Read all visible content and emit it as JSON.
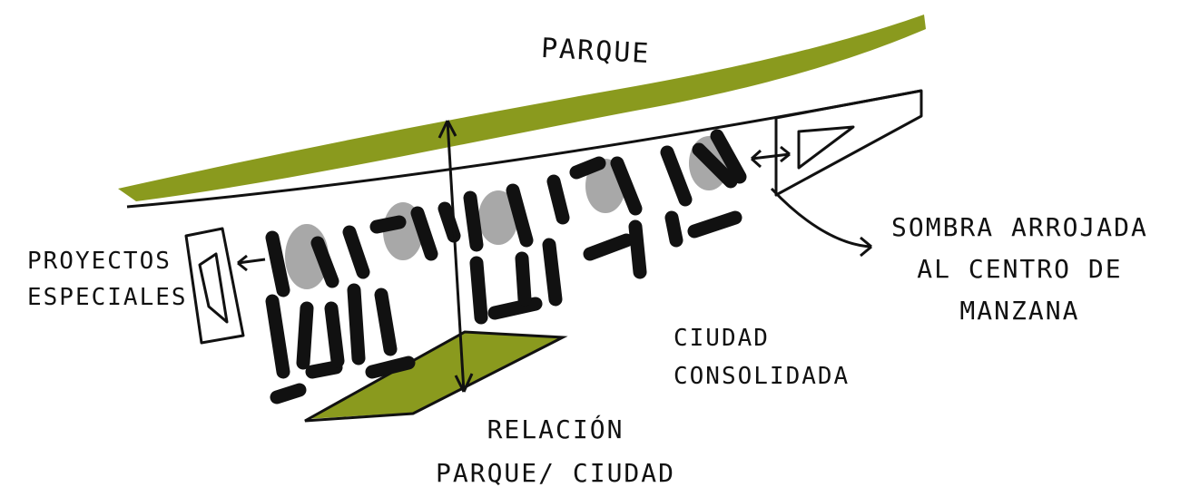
{
  "labels": {
    "parque": "PARQUE",
    "proyectos_line1": "PROYECTOS",
    "proyectos_line2": "ESPECIALES",
    "sombra_line1": "SOMBRA ARROJADA",
    "sombra_line2": "AL CENTRO DE",
    "sombra_line3": "MANZANA",
    "ciudad_line1": "CIUDAD",
    "ciudad_line2": "CONSOLIDADA",
    "relacion_line1": "RELACIÓN",
    "relacion_line2": "PARQUE/ CIUDAD"
  },
  "colors": {
    "park_green": "#8a9a1e",
    "ink": "#111111",
    "shadow_grey": "#a8a8a8",
    "paper": "#ffffff"
  }
}
